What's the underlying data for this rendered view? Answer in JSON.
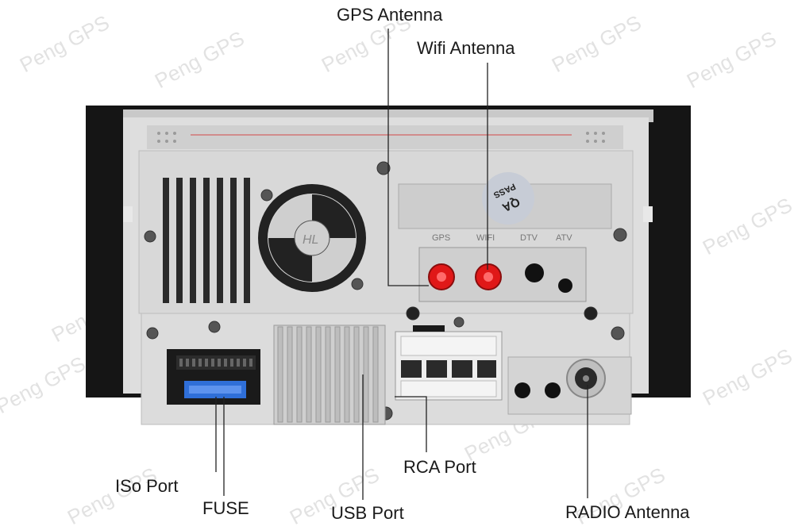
{
  "labels": {
    "gps_antenna": "GPS Antenna",
    "wifi_antenna": "Wifi Antenna",
    "iso_port": "ISo Port",
    "fuse": "FUSE",
    "usb_port": "USB Port",
    "rca_port": "RCA  Port",
    "radio_antenna": "RADIO Antenna"
  },
  "panel_marks": {
    "gps": "GPS",
    "wifi": "WIFI",
    "dtv": "DTV",
    "atv": "ATV",
    "fan_logo": "HL",
    "qa_line1": "QA",
    "qa_line2": "PASS"
  },
  "watermark": "Peng GPS",
  "colors": {
    "bezel": "#151515",
    "chassis": "#dcdcdc",
    "antenna_connector": "#e01818",
    "fuse": "#2f6fd8",
    "line": "#222222"
  }
}
